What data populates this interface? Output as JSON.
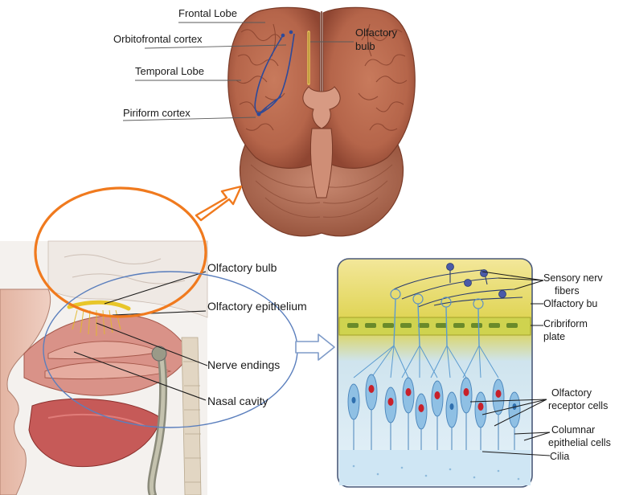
{
  "brain_labels": {
    "frontal_lobe": "Frontal Lobe",
    "orbitofrontal_cortex": "Orbitofrontal cortex",
    "temporal_lobe": "Temporal Lobe",
    "piriform_cortex": "Piriform cortex",
    "olfactory_bulb_line1": "Olfactory",
    "olfactory_bulb_line2": "bulb"
  },
  "head_labels": {
    "olfactory_bulb": "Olfactory bulb",
    "olfactory_epithelium": "Olfactory epithelium",
    "nerve_endings": "Nerve endings",
    "nasal_cavity": "Nasal cavity"
  },
  "epithelium_labels": {
    "sensory_nerve_fibers_line1": "Sensory nerv",
    "sensory_nerve_fibers_line2": "fibers",
    "olfactory_bulb": "Olfactory bu",
    "cribriform_plate_line1": "Cribriform",
    "cribriform_plate_line2": "plate",
    "olfactory_receptor_cells_line1": "Olfactory",
    "olfactory_receptor_cells_line2": "receptor cells",
    "columnar_epithelial_cells_line1": "Columnar",
    "columnar_epithelial_cells_line2": "epithelial cells",
    "cilia": "Cilia"
  },
  "colors": {
    "brain": "#b7644a",
    "orange_highlight": "#f07a1e",
    "blue_ellipse": "#4f78b8",
    "arrow_outline": "#7f9bc8",
    "plate_yellow": "#e8d23a",
    "cell_blue": "#6aa6d6",
    "nucleus_red": "#c8202a"
  }
}
